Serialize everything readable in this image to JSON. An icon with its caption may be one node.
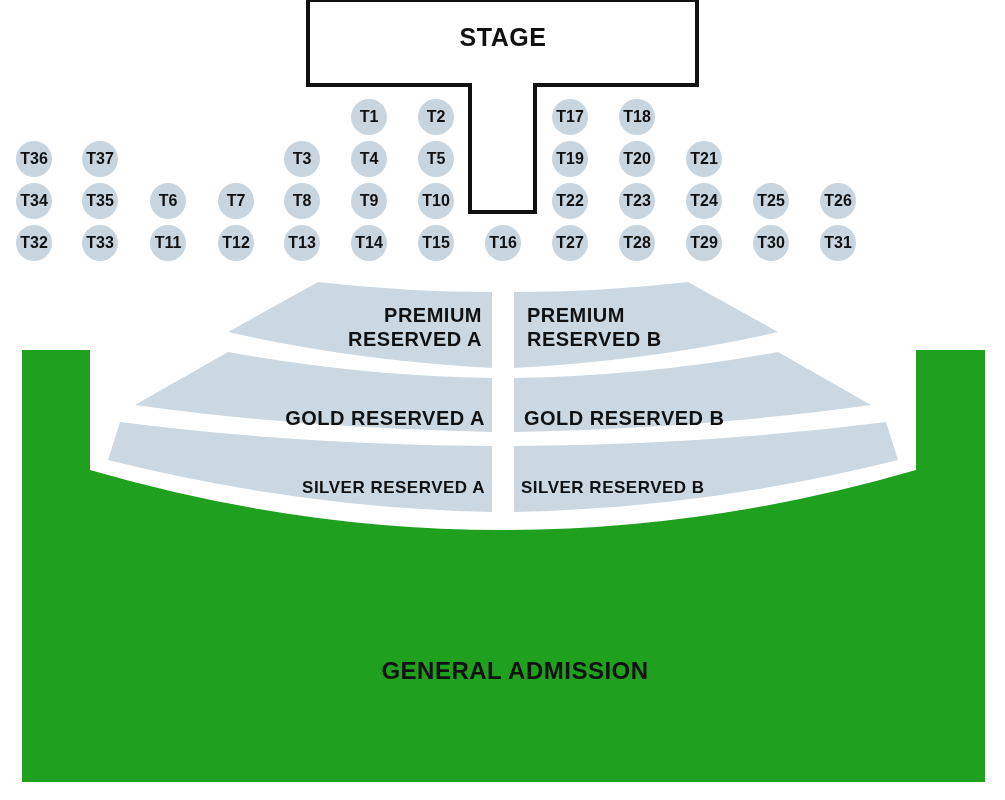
{
  "diagram": {
    "nodes": [
      {
        "text": [
          "STAGE"
        ]
      },
      {
        "text": [
          "T1"
        ]
      },
      {
        "text": [
          "T2"
        ]
      },
      {
        "text": [
          "T17"
        ]
      },
      {
        "text": [
          "T18"
        ]
      },
      {
        "text": [
          "T36"
        ]
      },
      {
        "text": [
          "T37"
        ]
      },
      {
        "text": [
          "T3"
        ]
      },
      {
        "text": [
          "T4"
        ]
      },
      {
        "text": [
          "T5"
        ]
      },
      {
        "text": [
          "T19"
        ]
      },
      {
        "text": [
          "T20"
        ]
      },
      {
        "text": [
          "T21"
        ]
      },
      {
        "text": [
          "T34"
        ]
      },
      {
        "text": [
          "T35"
        ]
      },
      {
        "text": [
          "T6"
        ]
      },
      {
        "text": [
          "T7"
        ]
      },
      {
        "text": [
          "T8"
        ]
      },
      {
        "text": [
          "T9"
        ]
      },
      {
        "text": [
          "T10"
        ]
      },
      {
        "text": [
          "T22"
        ]
      },
      {
        "text": [
          "T23"
        ]
      },
      {
        "text": [
          "T24"
        ]
      },
      {
        "text": [
          "T25"
        ]
      },
      {
        "text": [
          "T26"
        ]
      },
      {
        "text": [
          "T32"
        ]
      },
      {
        "text": [
          "T33"
        ]
      },
      {
        "text": [
          "T11"
        ]
      },
      {
        "text": [
          "T12"
        ]
      },
      {
        "text": [
          "T13"
        ]
      },
      {
        "text": [
          "T14"
        ]
      },
      {
        "text": [
          "T15"
        ]
      },
      {
        "text": [
          "T16"
        ]
      },
      {
        "text": [
          "T27"
        ]
      },
      {
        "text": [
          "T28"
        ]
      },
      {
        "text": [
          "T29"
        ]
      },
      {
        "text": [
          "T30"
        ]
      },
      {
        "text": [
          "T31"
        ]
      },
      {
        "text": [
          "PREMIUM RESERVED A"
        ]
      },
      {
        "text": [
          "PREMIUM RESERVED B"
        ]
      },
      {
        "text": [
          "GOLD RESERVED A"
        ]
      },
      {
        "text": [
          "GOLD RESERVED B"
        ]
      },
      {
        "text": [
          "SILVER RESERVED A"
        ]
      },
      {
        "text": [
          "SILVER RESERVED B"
        ]
      },
      {
        "text": [
          "GENERAL ADMISSION"
        ]
      }
    ]
  }
}
